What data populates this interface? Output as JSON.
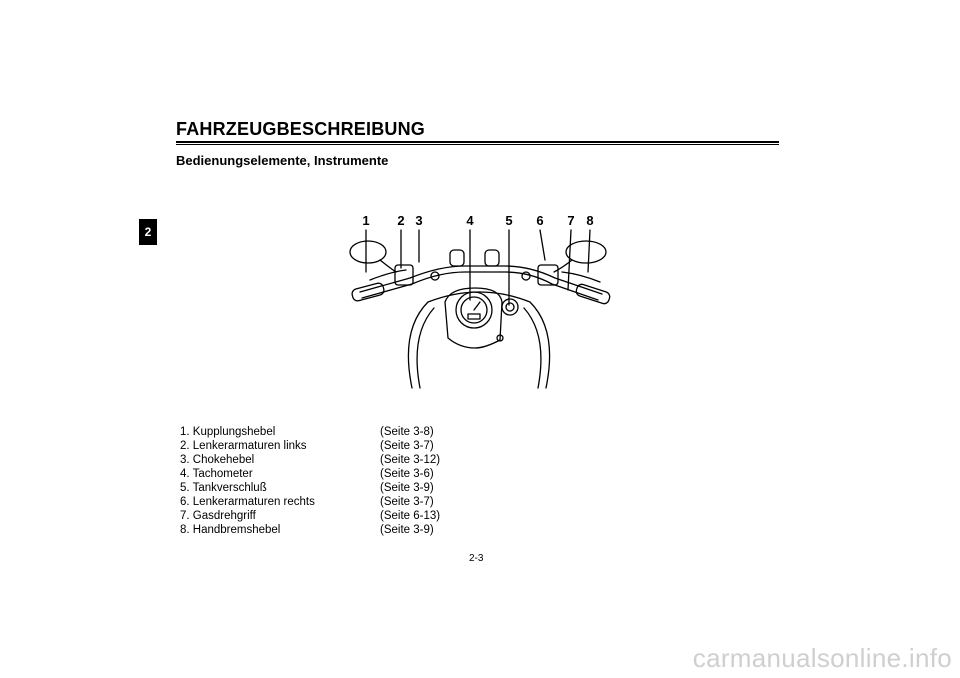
{
  "header": {
    "section_title": "FAHRZEUGBESCHREIBUNG",
    "subtitle": "Bedienungselemente, Instrumente",
    "chapter_tab": "2"
  },
  "figure": {
    "callouts": [
      "1",
      "2",
      "3",
      "4",
      "5",
      "6",
      "7",
      "8"
    ]
  },
  "legend": [
    {
      "name": "1. Kupplungshebel",
      "page": "(Seite 3-8)"
    },
    {
      "name": "2. Lenkerarmaturen links",
      "page": "(Seite 3-7)"
    },
    {
      "name": "3. Chokehebel",
      "page": "(Seite 3-12)"
    },
    {
      "name": "4. Tachometer",
      "page": "(Seite 3-6)"
    },
    {
      "name": "5. Tankverschluß",
      "page": "(Seite 3-9)"
    },
    {
      "name": "6. Lenkerarmaturen rechts",
      "page": "(Seite 3-7)"
    },
    {
      "name": "7. Gasdrehgriff",
      "page": "(Seite 6-13)"
    },
    {
      "name": "8. Handbremshebel",
      "page": "(Seite 3-9)"
    }
  ],
  "footer": {
    "page_number": "2-3",
    "watermark": "carmanualsonline.info"
  }
}
